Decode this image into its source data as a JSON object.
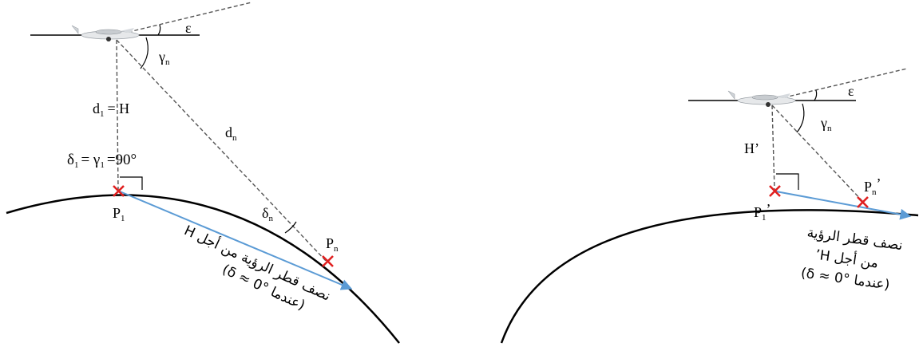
{
  "left": {
    "epsilon": "ε",
    "gamma_n": "γ",
    "gamma_n_sub": "n",
    "d1_eq_h": {
      "d": "d",
      "sub": "1",
      "rest": "= H"
    },
    "dn": {
      "d": "d",
      "sub": "n"
    },
    "delta_eq": {
      "delta": "δ",
      "sub1": "1",
      "eq": "= γ",
      "sub2": "1",
      "val": "=90°"
    },
    "p1": {
      "p": "P",
      "sub": "1"
    },
    "pn": {
      "p": "P",
      "sub": "n"
    },
    "delta_n": {
      "delta": "δ",
      "sub": "n"
    },
    "radius_caption_line1": "نصف قطر الرؤية من أجل H",
    "radius_caption_line2": "(عندما δ ≈ 0°)"
  },
  "right": {
    "epsilon": "ε",
    "gamma_n": "γ",
    "gamma_n_sub": "n",
    "h_prime": "H’",
    "p1": {
      "p": "P",
      "sub": "1",
      "prime": "’"
    },
    "pn": {
      "p": "P",
      "sub": "n",
      "prime": "’"
    },
    "radius_caption_line1": "نصف قطر الرؤية",
    "radius_caption_line2": "من أجل H’",
    "radius_caption_line3": "(عندما δ ≈ 0°)"
  },
  "colors": {
    "marker": "#e02020",
    "radius_arrow": "#5b9bd5",
    "line": "#000000"
  },
  "icons": [
    "aircraft-icon",
    "cross-marker-icon"
  ]
}
